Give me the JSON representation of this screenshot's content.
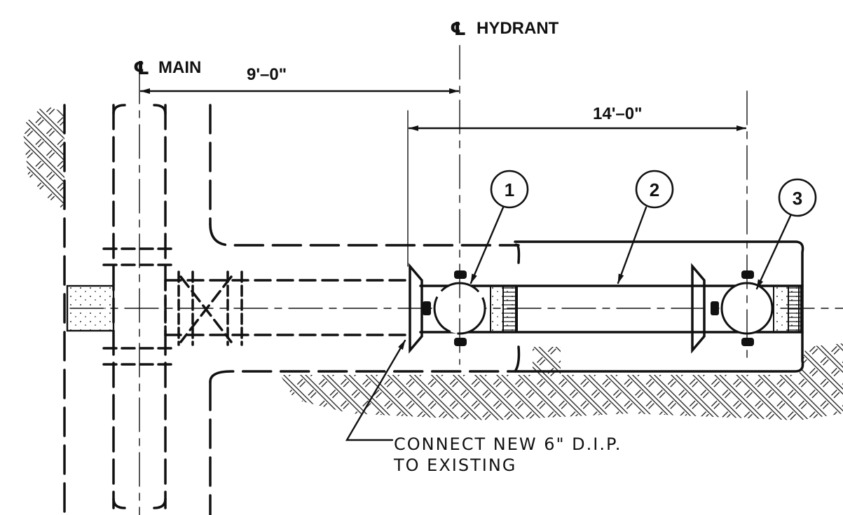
{
  "labels": {
    "cl_symbol": "℄",
    "cl_hydrant": "HYDRANT",
    "cl_main": "MAIN",
    "dim_main_to_hydrant": "9'–0\"",
    "dim_hydrant_to_end": "14'–0\""
  },
  "callouts": [
    {
      "number": "1"
    },
    {
      "number": "2"
    },
    {
      "number": "3"
    }
  ],
  "note": {
    "line1": "CONNECT NEW 6\" D.I.P.",
    "line2": "TO EXISTING"
  },
  "hatch_pattern": "diagonal-brick-earth"
}
